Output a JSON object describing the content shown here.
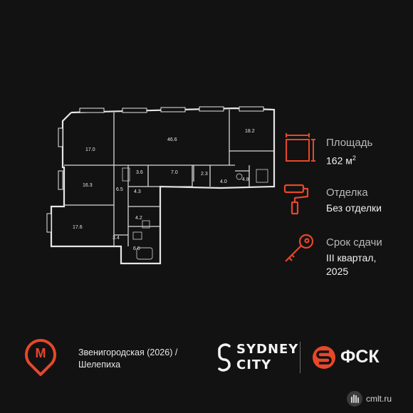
{
  "plan": {
    "rooms": [
      {
        "label": "46.6"
      },
      {
        "label": "18.2"
      },
      {
        "label": "17.0"
      },
      {
        "label": "16.3"
      },
      {
        "label": "17.6"
      },
      {
        "label": "7.0"
      },
      {
        "label": "3.6"
      },
      {
        "label": "6.5"
      },
      {
        "label": "4.3"
      },
      {
        "label": "2.3"
      },
      {
        "label": "4.0"
      },
      {
        "label": "4.8"
      },
      {
        "label": "4.2"
      },
      {
        "label": "3.4"
      },
      {
        "label": "6.6"
      }
    ]
  },
  "info": {
    "area_label": "Площадь",
    "area_value": "162 м",
    "area_sup": "2",
    "finish_label": "Отделка",
    "finish_value": "Без отделки",
    "deadline_label": "Срок сдачи",
    "deadline_value_line1": "III квартал,",
    "deadline_value_line2": "2025"
  },
  "footer": {
    "metro_letter": "М",
    "metro_line1": "Звенигородская (2026) /",
    "metro_line2": "Шелепиха",
    "sydney_line1": "SYDNEY",
    "sydney_line2": "CITY",
    "fsk_text": "ФСК"
  },
  "watermark": {
    "text": "cmlt.ru"
  },
  "colors": {
    "accent": "#e8472a",
    "background": "#121212",
    "text": "#e8e8e8"
  }
}
